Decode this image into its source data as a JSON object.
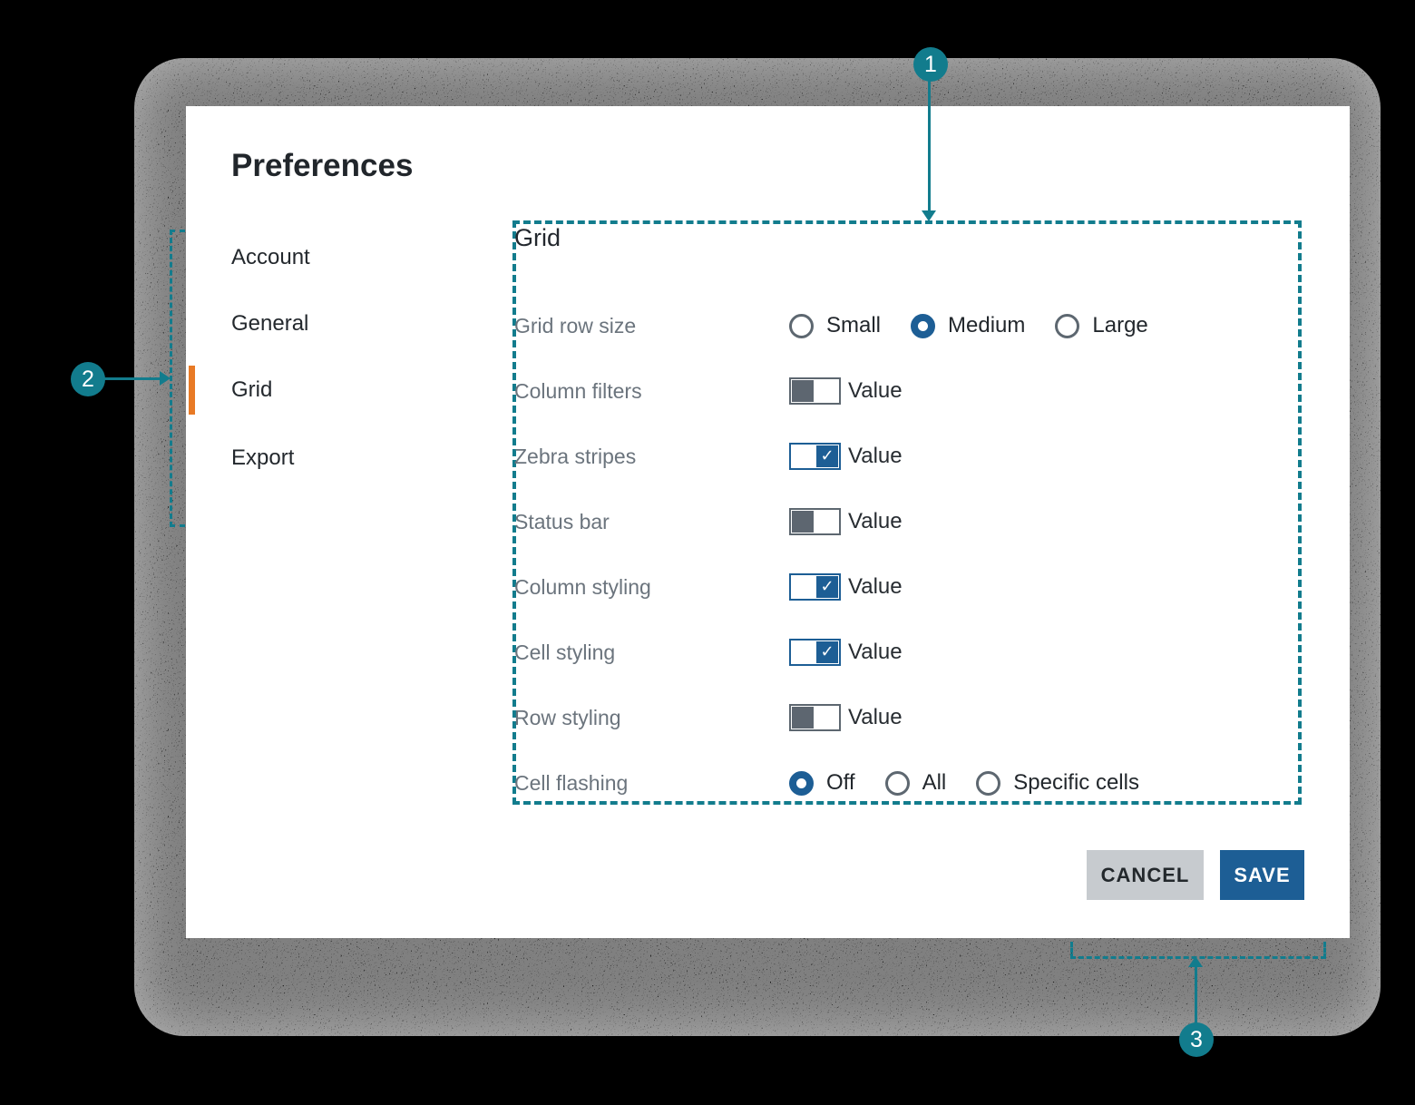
{
  "colors": {
    "accent_teal": "#127c8d",
    "brand_blue": "#1d5e95",
    "highlight_orange": "#e87a25",
    "cancel_gray": "#c7cbcf"
  },
  "dialog": {
    "title": "Preferences",
    "sidebar": {
      "items": [
        {
          "label": "Account",
          "active": false
        },
        {
          "label": "General",
          "active": false
        },
        {
          "label": "Grid",
          "active": true
        },
        {
          "label": "Export",
          "active": false
        }
      ]
    },
    "panel": {
      "heading": "Grid",
      "rows": [
        {
          "label": "Grid row size",
          "type": "radios",
          "options": [
            "Small",
            "Medium",
            "Large"
          ],
          "selected": "Medium"
        },
        {
          "label": "Column filters",
          "type": "toggle",
          "on": false,
          "value_label": "Value"
        },
        {
          "label": "Zebra stripes",
          "type": "toggle",
          "on": true,
          "value_label": "Value"
        },
        {
          "label": "Status bar",
          "type": "toggle",
          "on": false,
          "value_label": "Value"
        },
        {
          "label": "Column styling",
          "type": "toggle",
          "on": true,
          "value_label": "Value"
        },
        {
          "label": "Cell styling",
          "type": "toggle",
          "on": true,
          "value_label": "Value"
        },
        {
          "label": "Row styling",
          "type": "toggle",
          "on": false,
          "value_label": "Value"
        },
        {
          "label": "Cell flashing",
          "type": "radios",
          "options": [
            "Off",
            "All",
            "Specific cells"
          ],
          "selected": "Off"
        }
      ]
    },
    "footer": {
      "cancel_label": "CANCEL",
      "save_label": "SAVE"
    }
  },
  "annotations": {
    "markers": [
      {
        "number": "1"
      },
      {
        "number": "2"
      },
      {
        "number": "3"
      }
    ],
    "check_glyph": "✓"
  }
}
